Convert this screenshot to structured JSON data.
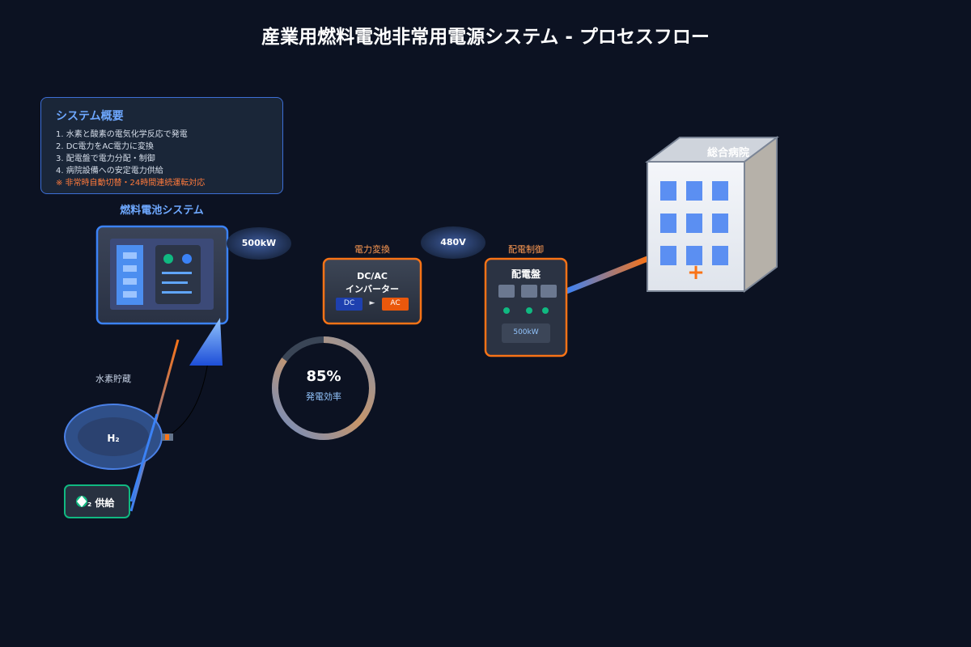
{
  "title": "産業用燃料電池非常用電源システム - プロセスフロー",
  "overview": {
    "title": "システム概要",
    "lines": [
      "1. 水素と酸素の電気化学反応で発電",
      "2. DC電力をAC電力に変換",
      "3. 配電盤で電力分配・制御",
      "4. 病院設備への安定電力供給"
    ],
    "note": "※ 非常時自動切替・24時間連続運転対応"
  },
  "fuel_cell": {
    "title": "燃料電池システム",
    "output_badge": "500kW"
  },
  "inverter": {
    "step_label": "電力変換",
    "title_line1": "DC/AC",
    "title_line2": "インバーター",
    "dc_label": "DC",
    "ac_label": "AC",
    "arrow": "►",
    "voltage_badge": "480V"
  },
  "panel": {
    "step_label": "配電制御",
    "title": "配電盤",
    "display": "500kW"
  },
  "hospital": {
    "label": "総合病院",
    "cross": "+"
  },
  "storage": {
    "label": "水素貯蔵",
    "tank_label": "H₂"
  },
  "supply": {
    "label": "₂ 供給"
  },
  "efficiency": {
    "value": "85%",
    "label": "発電効率",
    "percent": 85
  },
  "colors": {
    "background": "#0c1222",
    "accent_blue": "#3b82f6",
    "accent_orange": "#f97316",
    "accent_green": "#10b981"
  }
}
